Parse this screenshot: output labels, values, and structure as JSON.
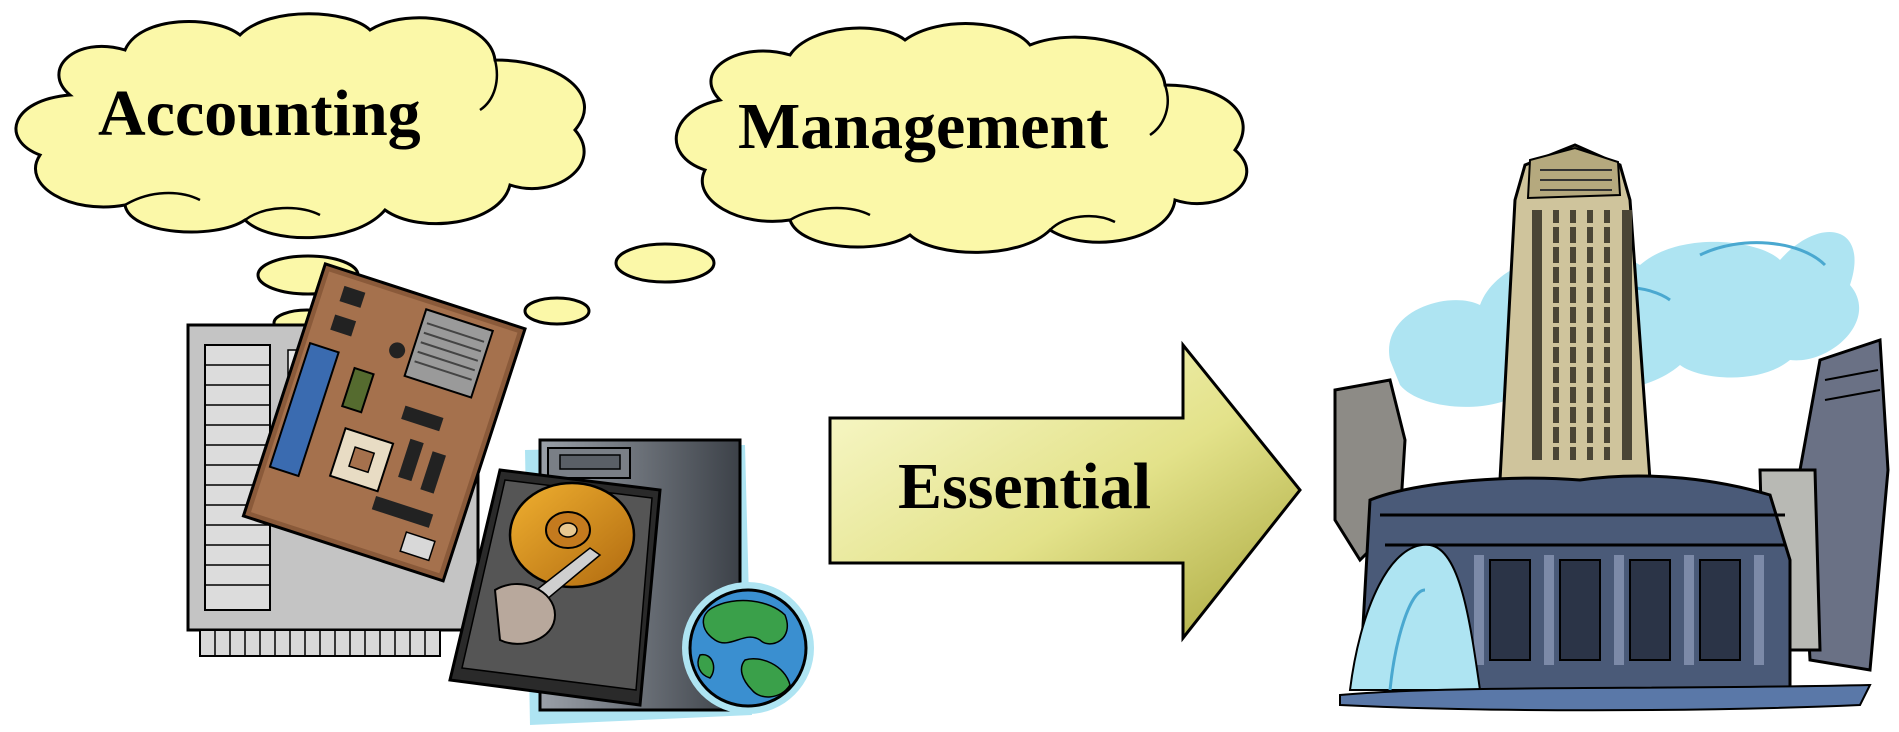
{
  "clouds": {
    "left_label": "Accounting",
    "right_label": "Management"
  },
  "arrow": {
    "label": "Essential"
  },
  "colors": {
    "cloud_fill": "#fbf8a8",
    "arrow_fill_light": "#fbfbd0",
    "arrow_fill_dark": "#a9a840",
    "outline": "#000000",
    "sky_blue": "#aee4f2",
    "building_tan": "#cfc49c",
    "building_slate": "#4a5a78"
  },
  "icons": [
    "thought-cloud-icon",
    "motherboard-icon",
    "hard-drive-icon",
    "server-tower-icon",
    "globe-icon",
    "right-arrow-icon",
    "city-building-icon"
  ]
}
